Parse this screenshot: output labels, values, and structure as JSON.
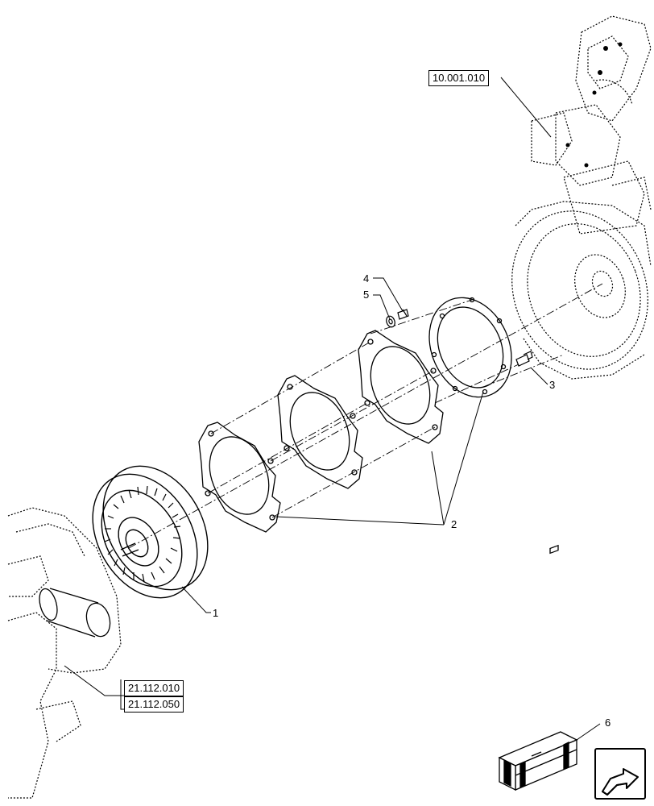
{
  "references": {
    "engine_ref": "10.001.010",
    "transmission_ref_1": "21.112.010",
    "transmission_ref_2": "21.112.050"
  },
  "callouts": [
    "1",
    "2",
    "3",
    "4",
    "5",
    "6"
  ],
  "icons": {
    "next_page": "arrow-right-icon",
    "kit": "crate-icon"
  }
}
